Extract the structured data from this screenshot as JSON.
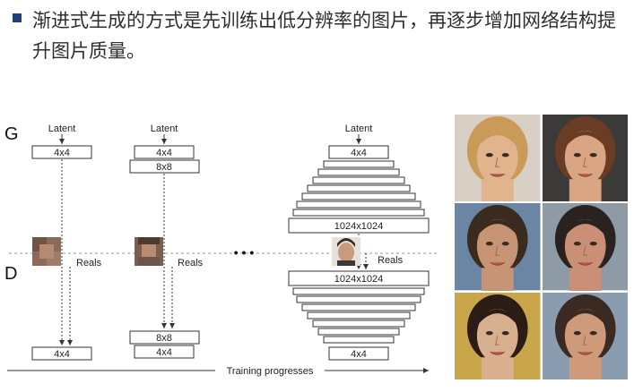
{
  "bullet": {
    "text": "渐进式生成的方式是先训练出低分辨率的图片，再逐步增加网络结构提升图片质量。"
  },
  "diagram": {
    "g_label": "G",
    "d_label": "D",
    "latent_label": "Latent",
    "reals_label": "Reals",
    "ellipsis": "• • •",
    "res_4": "4x4",
    "res_8": "8x8",
    "res_1024": "1024x1024",
    "training_label": "Training progresses"
  },
  "samples": {
    "faces": [
      {
        "skin": "#e2b48e",
        "hair": "#c99a58",
        "bg": "#d8d0c4"
      },
      {
        "skin": "#d9a583",
        "hair": "#6a3c24",
        "bg": "#3c3a38"
      },
      {
        "skin": "#c89476",
        "hair": "#3b2a1e",
        "bg": "#6b86a4"
      },
      {
        "skin": "#c99077",
        "hair": "#2a221e",
        "bg": "#8e9aa6"
      },
      {
        "skin": "#d9b08f",
        "hair": "#2b1c16",
        "bg": "#caa64a"
      },
      {
        "skin": "#cf9a7a",
        "hair": "#3a2a22",
        "bg": "#8a9db0"
      }
    ]
  }
}
